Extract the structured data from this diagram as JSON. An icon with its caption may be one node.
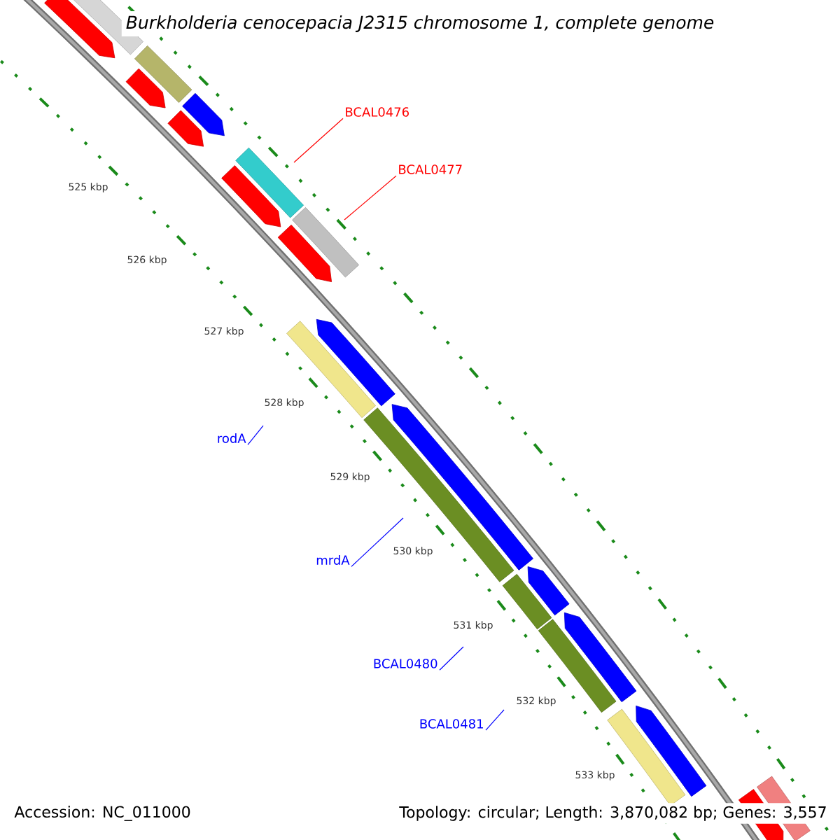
{
  "diagram": {
    "title": "Burkholderia cenocepacia J2315 chromosome 1, complete genome",
    "nodes": [
      {
        "text": [
          "BCAL0476"
        ]
      },
      {
        "text": [
          "BCAL0477"
        ]
      },
      {
        "text": [
          "rodA"
        ]
      },
      {
        "text": [
          "mrdA"
        ]
      },
      {
        "text": [
          "BCAL0480"
        ]
      },
      {
        "text": [
          "BCAL0481"
        ]
      }
    ],
    "edges": [
      {
        "from": 0,
        "to": null,
        "arrow": "none",
        "color": "#ff0000"
      },
      {
        "from": 1,
        "to": null,
        "arrow": "none",
        "color": "#ff0000"
      },
      {
        "from": 2,
        "to": null,
        "arrow": "none"
      },
      {
        "from": 3,
        "to": null,
        "arrow": "none"
      },
      {
        "from": 4,
        "to": null,
        "arrow": "none"
      },
      {
        "from": 5,
        "to": null,
        "arrow": "none"
      }
    ],
    "labels": [
      "525 kbp",
      "526 kbp",
      "527 kbp",
      "528 kbp",
      "529 kbp",
      "530 kbp",
      "531 kbp",
      "532 kbp",
      "533 kbp",
      "Accession: NC_011000",
      "Topology: circular; Length: 3,870,082 bp; Genes: 3,557"
    ]
  }
}
